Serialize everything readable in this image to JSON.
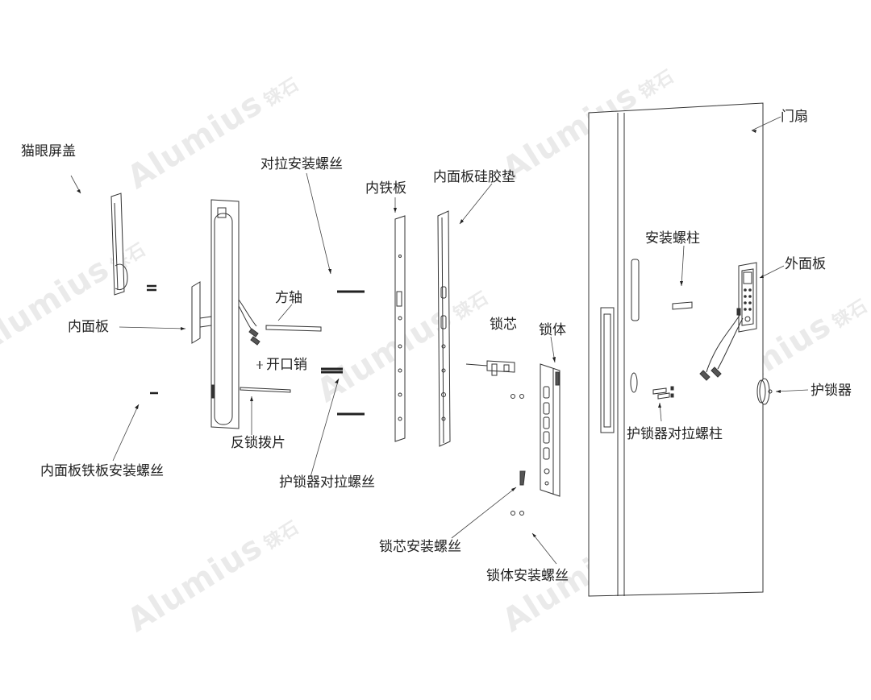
{
  "watermark": {
    "brand": "Alumius",
    "brand_cn": "铼石"
  },
  "labels": {
    "cat_eye_cover": "猫眼屏盖",
    "through_screws": "对拉安装螺丝",
    "inner_iron_plate": "内铁板",
    "inner_panel_gasket": "内面板硅胶垫",
    "door_leaf": "门扇",
    "mounting_stud": "安装螺柱",
    "outer_panel": "外面板",
    "square_spindle": "方轴",
    "inner_panel": "内面板",
    "lock_cylinder": "锁芯",
    "lock_body": "锁体",
    "split_pin": "开口销",
    "guard": "护锁器",
    "guard_through_stud": "护锁器对拉螺柱",
    "deadlock_lever": "反锁拨片",
    "inner_panel_plate_screws": "内面板铁板安装螺丝",
    "guard_through_screws": "护锁器对拉螺丝",
    "cylinder_screw": "锁芯安装螺丝",
    "body_screws": "锁体安装螺丝"
  }
}
